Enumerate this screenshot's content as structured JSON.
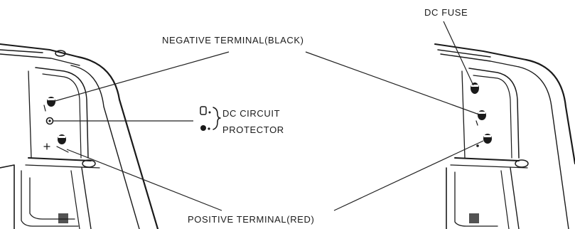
{
  "diagram": {
    "labels": {
      "dc_fuse": "DC FUSE",
      "negative_terminal": "NEGATIVE TERMINAL(BLACK)",
      "dc_circuit_line1": "DC CIRCUIT",
      "dc_circuit_line2": "PROTECTOR",
      "positive_terminal": "POSITIVE TERMINAL(RED)"
    },
    "colors": {
      "ink": "#1a1a1a",
      "background": "#ffffff"
    }
  }
}
